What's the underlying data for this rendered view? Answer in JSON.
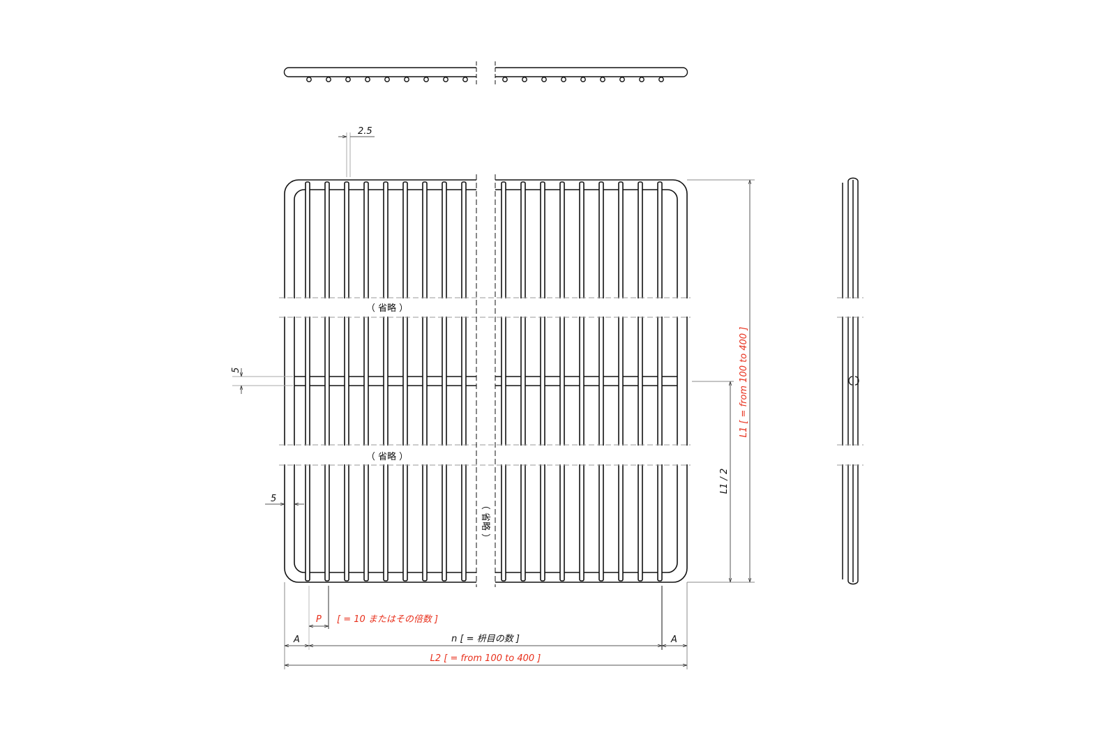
{
  "drawing": {
    "dim_wire_dia": "2.5",
    "dim_frame_width_left": "5",
    "dim_frame_width_mid": "5",
    "omit_label_1": "（ 省略 ）",
    "omit_label_2": "（ 省略 ）",
    "omit_label_vertical": "（ 省略 ）",
    "pitch_label": "P",
    "pitch_note": "[ = 10 またはその倍数 ]",
    "margin_label_left": "A",
    "margin_label_right": "A",
    "count_label": "n [ = 枡目の数 ]",
    "width_label": "L2 [ = from 100 to 400 ]",
    "height_label": "L1 [ = from 100 to 400 ]",
    "half_height_label": "L1 / 2",
    "colors": {
      "line": "#111111",
      "dim": "#555555",
      "accent": "#e8301c"
    }
  }
}
